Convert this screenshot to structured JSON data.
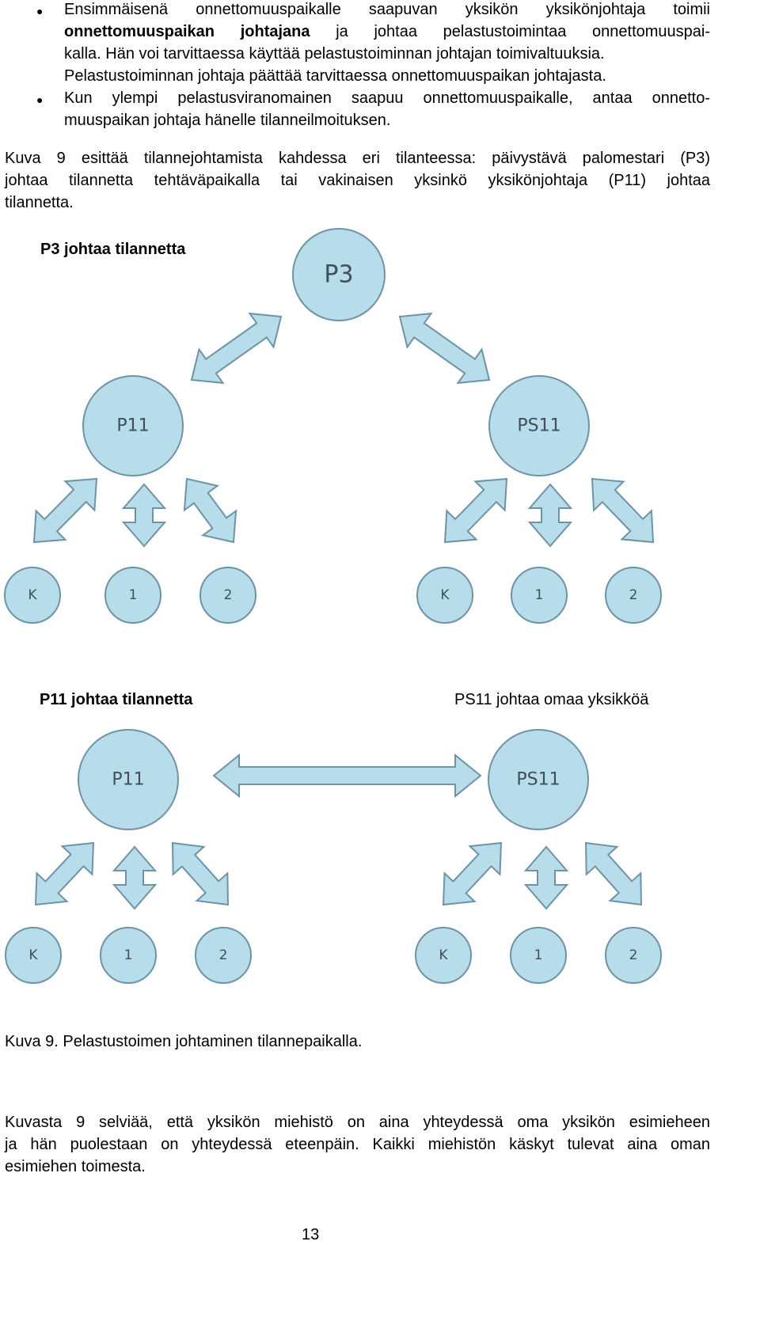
{
  "bullets": {
    "b1": {
      "l1": "Ensimmäisenä onnettomuuspaikalle saapuvan yksikön yksikönjohtaja toimii",
      "l2_bold": "onnettomuuspaikan johtajana",
      "l2_rest": " ja johtaa pelastustoimintaa onnettomuuspai-",
      "l3": "kalla. Hän voi tarvittaessa käyttää pelastustoiminnan johtajan toimivaltuuksia.",
      "l4": "Pelastustoiminnan johtaja päättää tarvittaessa onnettomuuspaikan johtajasta."
    },
    "b2": {
      "l1": "Kun ylempi pelastusviranomainen saapuu onnettomuuspaikalle, antaa onnetto-",
      "l2": "muuspaikan johtaja hänelle tilanneilmoituksen."
    }
  },
  "intro": {
    "l1": "Kuva 9 esittää tilannejohtamista kahdessa eri tilanteessa: päivystävä palomestari (P3)",
    "l2": "johtaa tilannetta tehtäväpaikalla tai vakinaisen yksinkö yksikönjohtaja (P11) johtaa",
    "l3": "tilannetta."
  },
  "diagram": {
    "top": {
      "heading": "P3 johtaa tilannetta",
      "root": "P3",
      "unit_left": "P11",
      "unit_right": "PS11",
      "crew": [
        "K",
        "1",
        "2"
      ]
    },
    "bottom": {
      "heading_left": "P11 johtaa tilannetta",
      "heading_right": "PS11 johtaa omaa yksikköä",
      "unit_left": "P11",
      "unit_right": "PS11",
      "crew": [
        "K",
        "1",
        "2"
      ]
    },
    "colors": {
      "fill": "#b7dcea",
      "stroke": "#6f93a6",
      "label": "#3f4f5c"
    }
  },
  "caption": "Kuva 9. Pelastustoimen johtaminen tilannepaikalla.",
  "outro": {
    "l1": "Kuvasta 9 selviää, että yksikön miehistö on aina yhteydessä oma yksikön esimieheen",
    "l2": "ja hän puolestaan on yhteydessä eteenpäin. Kaikki miehistön käskyt tulevat aina oman",
    "l3": "esimiehen toimesta."
  },
  "page_number": "13"
}
